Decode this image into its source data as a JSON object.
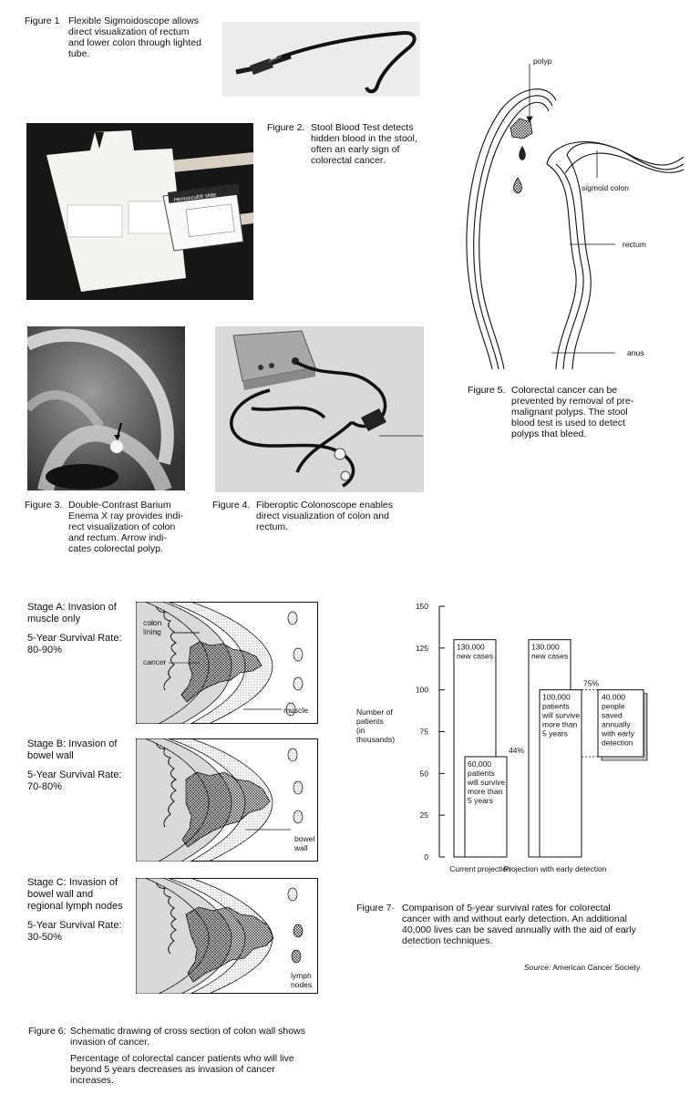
{
  "fig1": {
    "num": "Figure 1",
    "lines": [
      "Flexible Sigmoidoscope allows",
      "direct visualization of rectum",
      "and lower colon through lighted",
      "tube."
    ]
  },
  "fig2": {
    "num": "Figure 2.",
    "lines": [
      "Stool Blood Test detects",
      "hidden blood in the stool,",
      "often an early sign of",
      "colorectal cancer."
    ],
    "slide_brand": "Hemoccult® slide"
  },
  "fig3": {
    "num": "Figure 3.",
    "lines": [
      "Double-Contrast Barium",
      "Enema X ray provides indi-",
      "rect visualization of colon",
      "and rectum. Arrow indi-",
      "cates colorectal polyp."
    ]
  },
  "fig4": {
    "num": "Figure 4.",
    "lines": [
      "Fiberoptic Colonoscope enables",
      "direct visualization of colon and",
      "rectum."
    ]
  },
  "fig5": {
    "num": "Figure 5.",
    "lines": [
      "Colorectal cancer can be",
      "prevented by removal of pre-",
      "malignant polyps. The stool",
      "blood test is used to detect",
      "polyps that bleed."
    ],
    "labels": {
      "polyp": "polyp",
      "sigmoid": "sigmoid colon",
      "rectum": "rectum",
      "anus": "anus"
    }
  },
  "fig6": {
    "num": "Figure 6:",
    "lines": [
      "Schematic drawing of cross section of colon wall shows",
      "invasion of cancer."
    ],
    "note": [
      "Percentage of colorectal cancer patients who will live",
      "beyond 5 years decreases as invasion of cancer",
      "increases."
    ],
    "stages": [
      {
        "title": [
          "Stage A: Invasion of",
          "muscle only"
        ],
        "rate": [
          "5-Year Survival Rate:",
          "80-90%"
        ]
      },
      {
        "title": [
          "Stage B: Invasion of",
          "bowel wall"
        ],
        "rate": [
          "5-Year Survival Rate:",
          "70-80%"
        ]
      },
      {
        "title": [
          "Stage C: Invasion of",
          "bowel wall and",
          "regional lymph nodes"
        ],
        "rate": [
          "5-Year Survival Rate:",
          "30-50%"
        ]
      }
    ],
    "labels": {
      "colon_lining": [
        "colon",
        "lining"
      ],
      "cancer": "cancer",
      "muscle": "muscle",
      "bowel_wall": [
        "bowel",
        "wall"
      ],
      "lymph": [
        "lymph",
        "nodes"
      ]
    }
  },
  "fig7": {
    "num": "Figure 7·",
    "lines": [
      "Comparison of 5-year survival rates for colorectal",
      "cancer with and without early detection. An additional",
      "40,000 lives can be saved annually with the aid of early",
      "detection techniques."
    ],
    "source_label": "Source:",
    "source": "American Cancer Society"
  },
  "chart_data": {
    "type": "bar",
    "ylabel": [
      "Number of",
      "patients",
      "(in",
      "thousands)"
    ],
    "yticks": [
      "0",
      "25",
      "50",
      "75",
      "100",
      "125",
      "150"
    ],
    "ylim": [
      0,
      150
    ],
    "categories": [
      "Current projection",
      "Projection with early detection"
    ],
    "series": [
      {
        "name": "new cases",
        "values": [
          130,
          130
        ],
        "labels": [
          [
            "130,000",
            "new cases"
          ],
          [
            "130,000",
            "new cases"
          ]
        ]
      },
      {
        "name": "will survive more than 5 years",
        "values": [
          60,
          100
        ],
        "labels": [
          [
            "60,000",
            "patients",
            "will survive",
            "more than",
            "5 years"
          ],
          [
            "100,000",
            "patients",
            "will survive",
            "more than",
            "5 years"
          ]
        ]
      }
    ],
    "percent_labels": [
      "44%",
      "75%"
    ],
    "saved": {
      "value": 40,
      "range": [
        60,
        100
      ],
      "label": [
        "40,000",
        "people",
        "saved",
        "annually",
        "with early",
        "detection"
      ]
    }
  }
}
